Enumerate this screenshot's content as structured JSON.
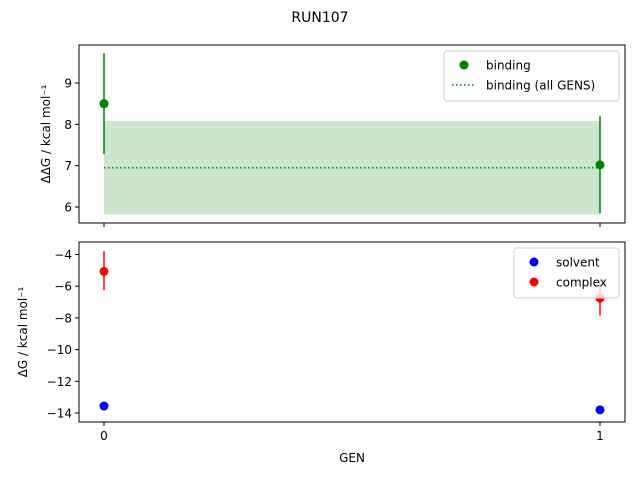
{
  "figure": {
    "title": "RUN107",
    "xlabel": "GEN"
  },
  "chart_data": [
    {
      "type": "scatter",
      "panel": "top",
      "title": "RUN107",
      "xlabel": "",
      "ylabel": "ΔΔG / kcal mol⁻¹",
      "x_ticks": [
        0,
        1
      ],
      "x_tick_labels_visible": false,
      "y_ticks": [
        6,
        7,
        8,
        9
      ],
      "ylim": [
        5.6,
        9.9
      ],
      "xlim": [
        -0.05,
        1.05
      ],
      "grid": false,
      "legend_position": "upper right",
      "series": [
        {
          "name": "binding",
          "kind": "errorbar",
          "color": "#008000",
          "marker": "o",
          "x": [
            0,
            1
          ],
          "y": [
            8.5,
            7.02
          ],
          "yerr_low": [
            7.28,
            5.85
          ],
          "yerr_high": [
            9.72,
            8.2
          ]
        },
        {
          "name": "binding (all GENS)",
          "kind": "hline-dotted",
          "color": "#008000",
          "y": 6.95,
          "x_range": [
            0,
            1
          ],
          "band": {
            "low": 5.82,
            "high": 8.08,
            "color": "#008000",
            "alpha": 0.2
          }
        }
      ]
    },
    {
      "type": "scatter",
      "panel": "bottom",
      "xlabel": "GEN",
      "ylabel": "ΔG / kcal mol⁻¹",
      "x_ticks": [
        0,
        1
      ],
      "x_tick_labels": [
        "0",
        "1"
      ],
      "y_ticks": [
        -14,
        -12,
        -10,
        -8,
        -6,
        -4
      ],
      "y_tick_labels": [
        "−14",
        "−12",
        "−10",
        "−8",
        "−6",
        "−4"
      ],
      "ylim": [
        -14.6,
        -3.5
      ],
      "xlim": [
        -0.05,
        1.05
      ],
      "grid": false,
      "legend_position": "upper right",
      "series": [
        {
          "name": "solvent",
          "kind": "errorbar",
          "color": "#0000ff",
          "marker": "o",
          "x": [
            0,
            1
          ],
          "y": [
            -13.56,
            -13.8
          ],
          "yerr_low": [
            -13.6,
            -13.85
          ],
          "yerr_high": [
            -13.5,
            -13.75
          ]
        },
        {
          "name": "complex",
          "kind": "errorbar",
          "color": "#ff0000",
          "marker": "o",
          "x": [
            0,
            1
          ],
          "y": [
            -5.07,
            -6.75
          ],
          "yerr_low": [
            -6.25,
            -7.85
          ],
          "yerr_high": [
            -3.8,
            -5.65
          ]
        }
      ]
    }
  ]
}
